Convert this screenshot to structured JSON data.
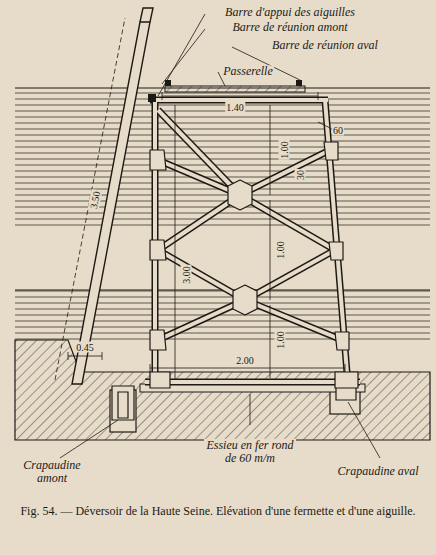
{
  "diagram": {
    "caption": "Fig. 54. — Déversoir de la Haute Seine. Elévation d'une fermette et d'une aiguille.",
    "labels": [
      "Barre d'appui des aiguilles",
      "Barre de réunion amont",
      "Barre de réunion aval",
      "Passerelle",
      "1.40",
      "1.00",
      "60",
      "30",
      "3.50",
      "1.00",
      "3.00",
      "1.00",
      "0.45",
      "2.00",
      "Essieu en fer rond de 60 m/m",
      "Crapaudine amont",
      "Crapaudine aval"
    ]
  }
}
